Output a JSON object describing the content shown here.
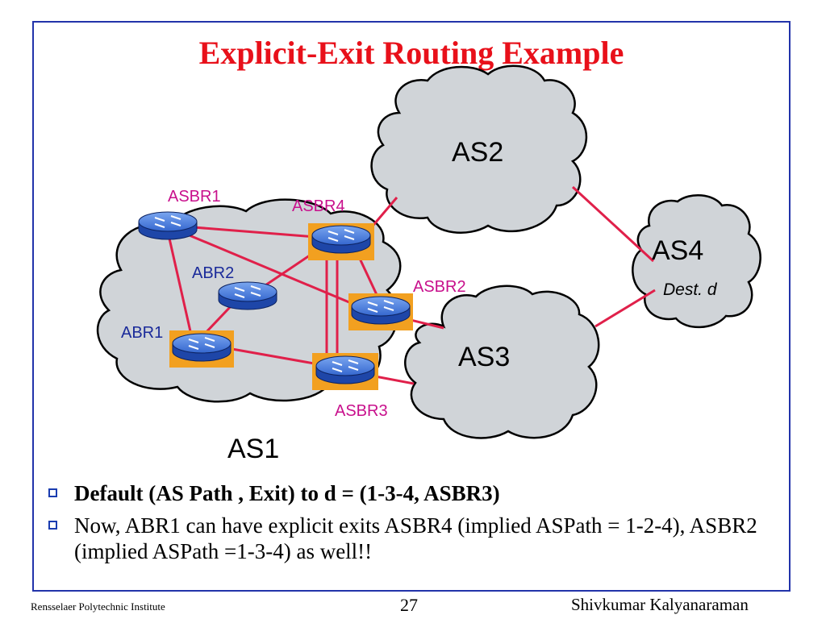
{
  "slide": {
    "title": "Explicit-Exit Routing Example"
  },
  "diagram": {
    "as_labels": {
      "as1": "AS1",
      "as2": "AS2",
      "as3": "AS3",
      "as4": "AS4"
    },
    "dest_label": "Dest. d",
    "routers": {
      "asbr1": "ASBR1",
      "asbr2": "ASBR2",
      "asbr3": "ASBR3",
      "asbr4": "ASBR4",
      "abr1": "ABR1",
      "abr2": "ABR2"
    },
    "colors": {
      "cloud": "#d0d4d8",
      "link": "#e0204a",
      "router": "#2d62c8",
      "highlight": "#f2a020",
      "asbr_label": "#c8108c",
      "abr_label": "#1a2a9a"
    }
  },
  "bullets": [
    "Default (AS Path , Exit) to d = (1-3-4, ASBR3)",
    "Now, ABR1 can have explicit exits ASBR4 (implied ASPath = 1-2-4), ASBR2 (implied ASPath =1-3-4) as well!!"
  ],
  "footer": {
    "left": "Rensselaer Polytechnic Institute",
    "page": "27",
    "right": "Shivkumar Kalyanaraman"
  }
}
